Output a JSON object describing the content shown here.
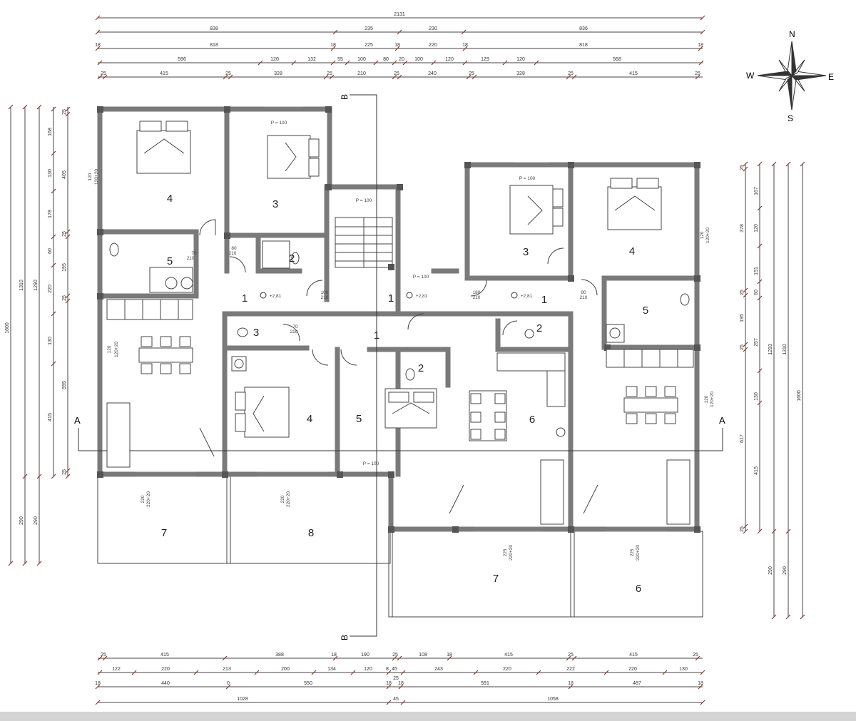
{
  "compass": {
    "n": "N",
    "e": "E",
    "s": "S",
    "w": "W"
  },
  "sections": {
    "a_left": "A",
    "a_right": "A",
    "b_top": "B",
    "b_bottom": "B"
  },
  "dimensions": {
    "top": [
      [
        "2131"
      ],
      [
        "838",
        "235",
        "230",
        "836"
      ],
      [
        "18",
        "818",
        "18",
        "225",
        "18",
        "220",
        "18",
        "818",
        "18"
      ],
      [
        "596",
        "120",
        "132",
        "55",
        "100",
        "80",
        "20",
        "100",
        "120",
        "129",
        "120",
        "568"
      ],
      [
        "25",
        "415",
        "25",
        "328",
        "25",
        "210",
        "25",
        "240",
        "25",
        "328",
        "25",
        "415",
        "25"
      ]
    ],
    "bottom": [
      [
        "25",
        "415",
        "388",
        "18",
        "190",
        "25",
        "108",
        "18",
        "415",
        "25",
        "415",
        "25"
      ],
      [
        "122",
        "220",
        "213",
        "200",
        "134",
        "120",
        "8",
        "45",
        "243",
        "220",
        "222",
        "220",
        "130"
      ],
      [
        "18",
        "440",
        "0",
        "550",
        "18",
        "25",
        "18",
        "591",
        "18",
        "487",
        "18"
      ],
      [
        "1028",
        "45",
        "1058"
      ]
    ],
    "left": [
      [
        "1600"
      ],
      [
        "1310",
        "290"
      ],
      [
        "1290",
        "290"
      ],
      [
        "168",
        "130",
        "178",
        "60",
        "220",
        "130",
        "415"
      ],
      [
        "25",
        "405",
        "25",
        "195",
        "25",
        "595",
        "25"
      ]
    ],
    "right": [
      [
        "25",
        "378",
        "25",
        "195",
        "25",
        "617",
        "25"
      ],
      [
        "167",
        "120",
        "151",
        "60",
        "257",
        "130",
        "415"
      ],
      [
        "1293",
        "290"
      ],
      [
        "1310",
        "290"
      ],
      [
        "1600"
      ]
    ]
  },
  "rooms": [
    "4",
    "3",
    "5",
    "2",
    "1",
    "1",
    "1",
    "3",
    "2",
    "1",
    "4",
    "5",
    "6",
    "7",
    "8",
    "7",
    "6",
    "3",
    "4",
    "5",
    "2"
  ],
  "elevations": [
    "+2,81",
    "+2,81",
    "+2,81"
  ],
  "annotations": [
    "P = 100",
    "P = 100",
    "P = 100",
    "P = 100",
    "P = 100",
    "120",
    "120+20",
    "120",
    "120+20",
    "120",
    "120+20",
    "120",
    "120+20",
    "70",
    "210",
    "70",
    "210",
    "80",
    "210",
    "80",
    "210",
    "100",
    "210",
    "180",
    "210",
    "220",
    "220+20",
    "220",
    "220+20",
    "225",
    "220+20",
    "225",
    "220+20"
  ]
}
